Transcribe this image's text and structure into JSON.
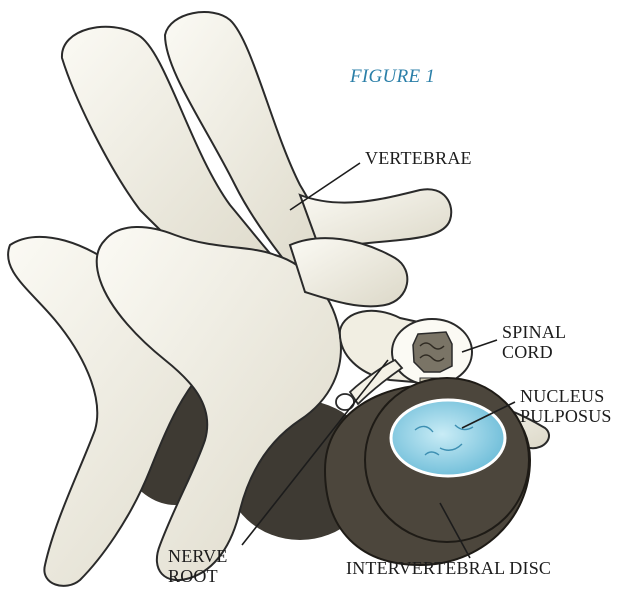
{
  "figure": {
    "title": "FIGURE 1",
    "colors": {
      "bone_fill": "#f4f1e6",
      "bone_stroke": "#2a2a2a",
      "disc_dark": "#4c463c",
      "nucleus": "#8fcfe4",
      "label_text": "#1c1c1c",
      "title_text": "#2b7fa8"
    }
  },
  "labels": {
    "vertebrae": "VERTEBRAE",
    "spinal_cord": [
      "SPINAL",
      "CORD"
    ],
    "nucleus_pulposus": [
      "NUCLEUS",
      "PULPOSUS"
    ],
    "nerve_root": [
      "NERVE",
      "ROOT"
    ],
    "intervertebral_disc": "INTERVERTEBRAL DISC"
  }
}
